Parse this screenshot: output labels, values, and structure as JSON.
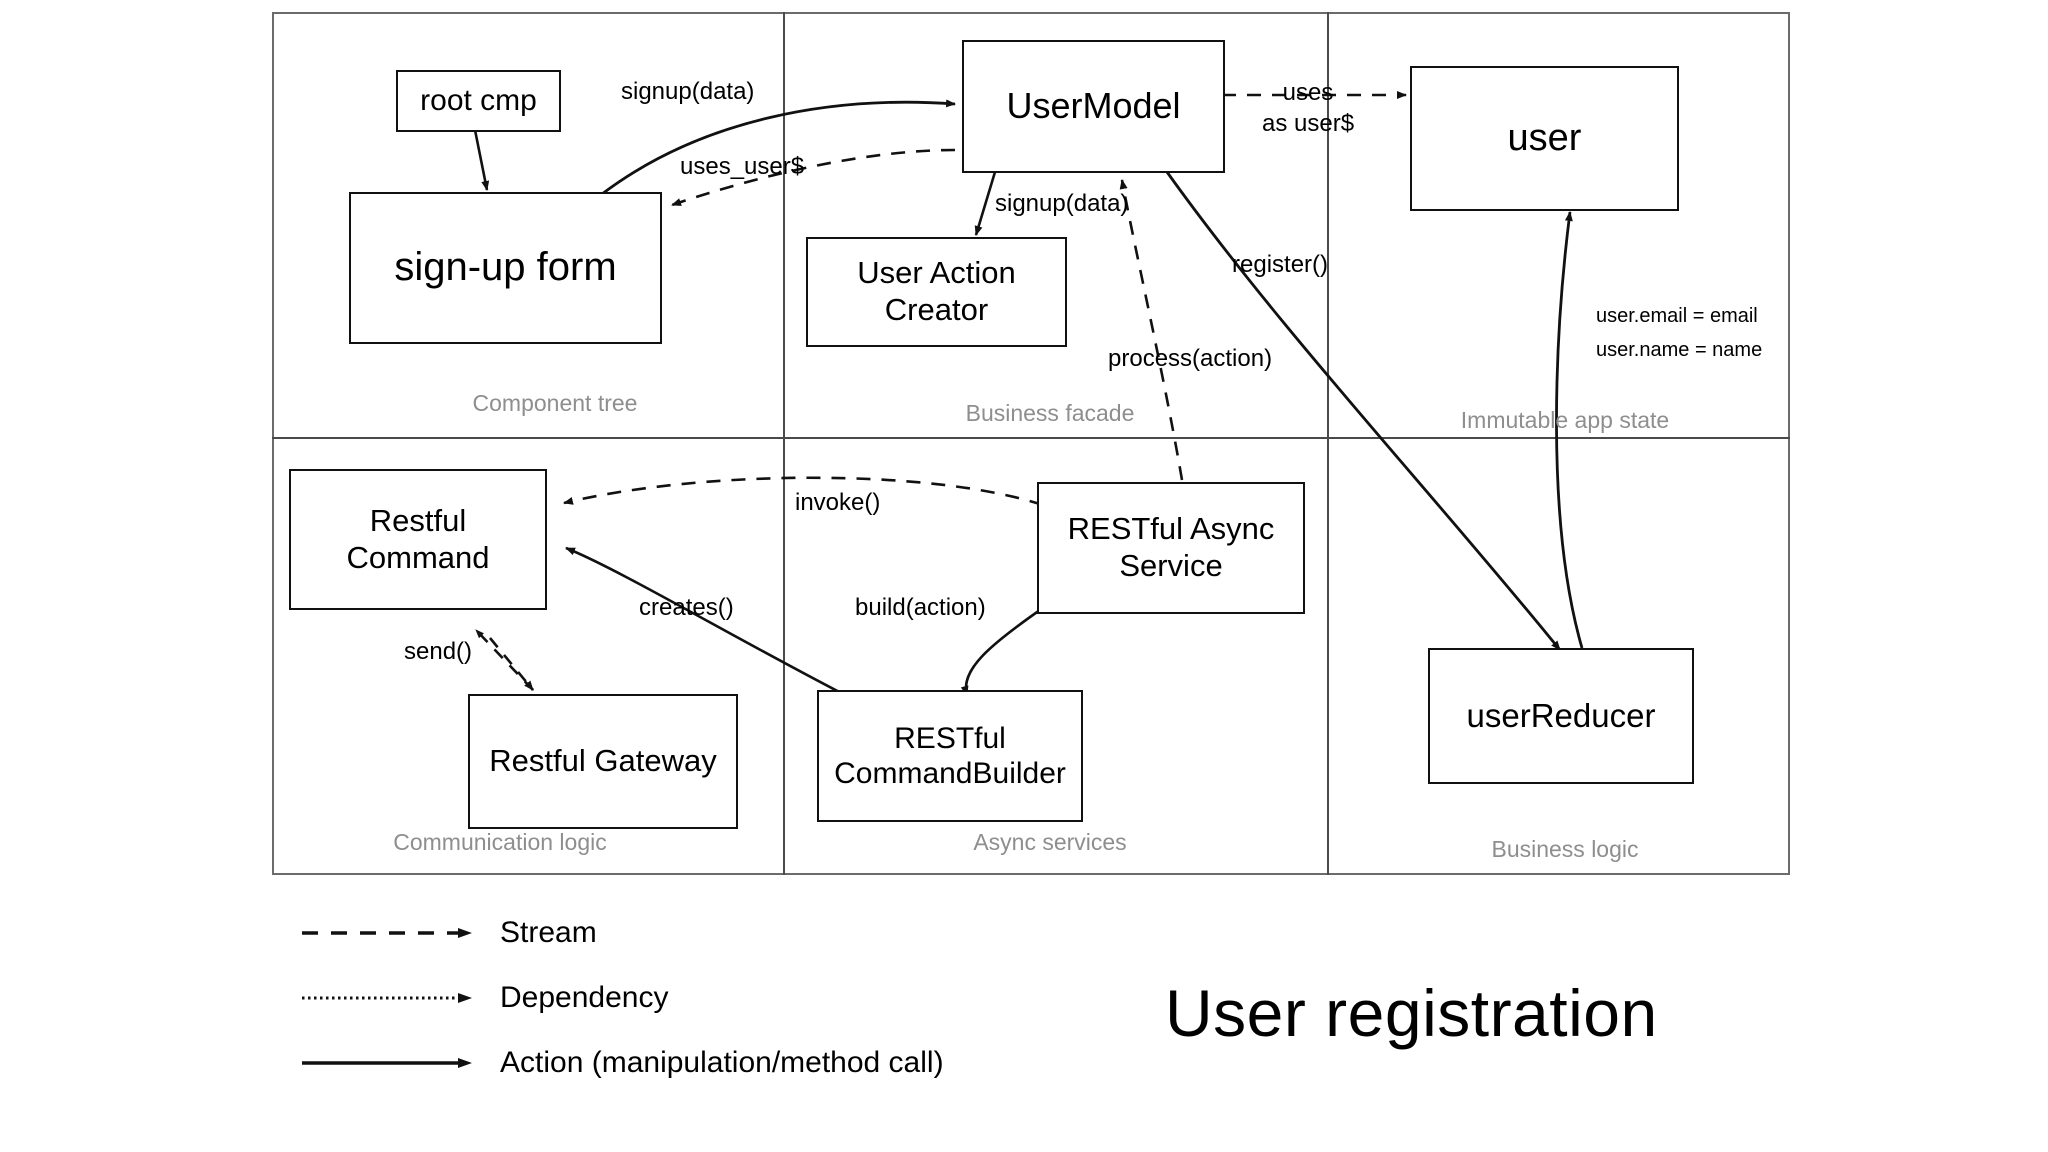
{
  "title": "User registration",
  "diagram": {
    "zones": [
      {
        "id": "component-tree",
        "label": "Component tree"
      },
      {
        "id": "business-facade",
        "label": "Business facade"
      },
      {
        "id": "immutable-app-state",
        "label": "Immutable app state"
      },
      {
        "id": "communication-logic",
        "label": "Communication logic"
      },
      {
        "id": "async-services",
        "label": "Async services"
      },
      {
        "id": "business-logic",
        "label": "Business logic"
      }
    ],
    "nodes": [
      {
        "id": "root-cmp",
        "label": "root cmp"
      },
      {
        "id": "sign-up-form",
        "label": "sign-up form"
      },
      {
        "id": "user-model",
        "label": "UserModel"
      },
      {
        "id": "user-action-creator",
        "label": "User Action\nCreator"
      },
      {
        "id": "user",
        "label": "user"
      },
      {
        "id": "restful-command",
        "label": "Restful\nCommand"
      },
      {
        "id": "restful-gateway",
        "label": "Restful Gateway"
      },
      {
        "id": "restful-async-service",
        "label": "RESTful Async\nService"
      },
      {
        "id": "restful-command-builder",
        "label": "RESTful\nCommandBuilder"
      },
      {
        "id": "user-reducer",
        "label": "userReducer"
      }
    ],
    "edges": [
      {
        "id": "root-to-form",
        "label": "",
        "kind": "action"
      },
      {
        "id": "form-to-usermodel",
        "label": "signup(data)",
        "kind": "action"
      },
      {
        "id": "usermodel-to-form",
        "label": "uses_user$",
        "kind": "stream"
      },
      {
        "id": "usermodel-to-user",
        "label": "uses\nas user$",
        "kind": "stream"
      },
      {
        "id": "usermodel-to-creator",
        "label": "signup(data)",
        "kind": "action"
      },
      {
        "id": "usermodel-to-reducer",
        "label": "register()",
        "kind": "action"
      },
      {
        "id": "usermodel-to-async",
        "label": "process(action)",
        "kind": "stream"
      },
      {
        "id": "async-to-command",
        "label": "invoke()",
        "kind": "stream"
      },
      {
        "id": "async-to-builder",
        "label": "build(action)",
        "kind": "action"
      },
      {
        "id": "builder-to-command",
        "label": "creates()",
        "kind": "action"
      },
      {
        "id": "command-to-gateway",
        "label": "send()",
        "kind": "stream"
      },
      {
        "id": "reducer-to-user",
        "label": "user.email = email\nuser.name = name",
        "kind": "action"
      }
    ],
    "annotations": [
      {
        "id": "user-email-assign",
        "text": "user.email = email"
      },
      {
        "id": "user-name-assign",
        "text": "user.name = name"
      }
    ]
  },
  "legend": [
    {
      "id": "stream",
      "label": "Stream",
      "style": "dashed"
    },
    {
      "id": "dependency",
      "label": "Dependency",
      "style": "dotted"
    },
    {
      "id": "action",
      "label": "Action (manipulation/method call)",
      "style": "solid"
    }
  ]
}
